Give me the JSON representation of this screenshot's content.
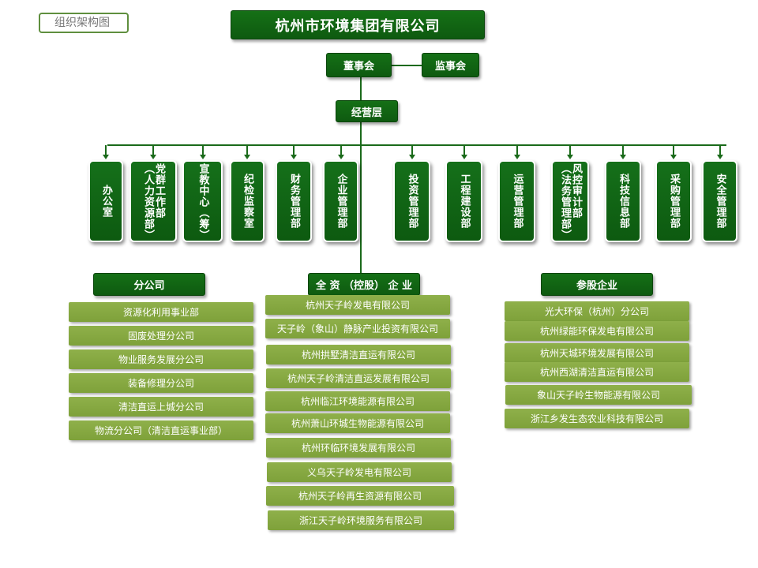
{
  "page_tag": "组织架构图",
  "company": "杭州市环境集团有限公司",
  "board": "董事会",
  "supervisory_board": "监事会",
  "management": "经营层",
  "departments": [
    {
      "label": "办公室"
    },
    {
      "label": "党群工作部（人力资源部）"
    },
    {
      "label": "宣教中心（筹）"
    },
    {
      "label": "纪检监察室"
    },
    {
      "label": "财务管理部"
    },
    {
      "label": "企业管理部"
    },
    {
      "label": "投资管理部"
    },
    {
      "label": "工程建设部"
    },
    {
      "label": "运营管理部"
    },
    {
      "label": "风控审计部（法务管理部）"
    },
    {
      "label": "科技信息部"
    },
    {
      "label": "采购管理部"
    },
    {
      "label": "安全管理部"
    }
  ],
  "sections": {
    "branches": {
      "title": "分公司",
      "items": [
        "资源化利用事业部",
        "固废处理分公司",
        "物业服务发展分公司",
        "装备修理分公司",
        "清洁直运上城分公司",
        "物流分公司（清洁直运事业部）"
      ]
    },
    "subsidiaries": {
      "title": "全 资 （控股） 企 业",
      "items": [
        "杭州天子岭发电有限公司",
        "天子岭（象山）静脉产业投资有限公司",
        "杭州拱墅清洁直运有限公司",
        "杭州天子岭清洁直运发展有限公司",
        "杭州临江环境能源有限公司",
        "杭州萧山环城生物能源有限公司",
        "杭州环临环境发展有限公司",
        "义乌天子岭发电有限公司",
        "杭州天子岭再生资源有限公司",
        "浙江天子岭环境服务有限公司"
      ]
    },
    "affiliates": {
      "title": "参股企业",
      "items": [
        "光大环保（杭州）分公司",
        "杭州绿能环保发电有限公司",
        "杭州天城环境发展有限公司",
        "杭州西湖清洁直运有限公司",
        "象山天子岭生物能源有限公司",
        "浙江乡发生态农业科技有限公司"
      ]
    }
  },
  "colors": {
    "dark_green": "#0f6012",
    "light_green": "#84a640",
    "line": "#1a6a1a"
  }
}
